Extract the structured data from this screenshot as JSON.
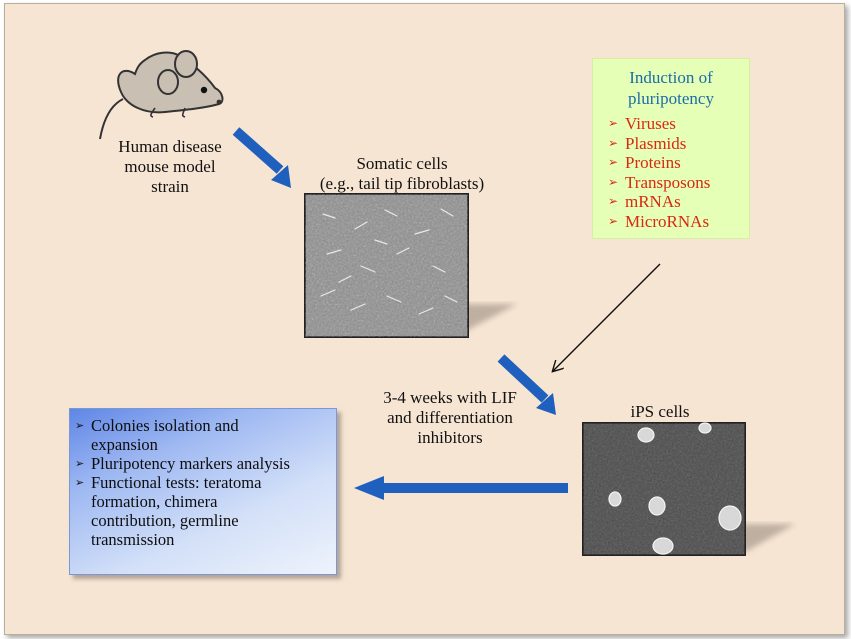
{
  "mouse": {
    "icon": "mouse-icon",
    "label_lines": [
      "Human disease",
      "mouse model",
      "strain"
    ]
  },
  "somatic": {
    "label_lines": [
      "Somatic cells",
      "(e.g., tail tip fibroblasts)"
    ]
  },
  "induction": {
    "title_lines": [
      "Induction of",
      "pluripotency"
    ],
    "items": [
      "Viruses",
      "Plasmids",
      "Proteins",
      "Transposons",
      "mRNAs",
      "MicroRNAs"
    ],
    "title_color": "#1b6ca8",
    "item_color": "#d92814",
    "background": "#e6ffb6"
  },
  "culture_step": {
    "label_lines": [
      "3-4 weeks with LIF",
      "and differentiation",
      "inhibitors"
    ]
  },
  "ips": {
    "label": "iPS cells"
  },
  "assays": {
    "items": [
      [
        "Colonies isolation and",
        "expansion"
      ],
      [
        "Pluripotency markers analysis"
      ],
      [
        "Functional tests: teratoma",
        "formation, chimera",
        "contribution, germline",
        "transmission"
      ]
    ]
  },
  "colors": {
    "background": "#f7e5d3",
    "arrow": "#1f5fbe"
  }
}
